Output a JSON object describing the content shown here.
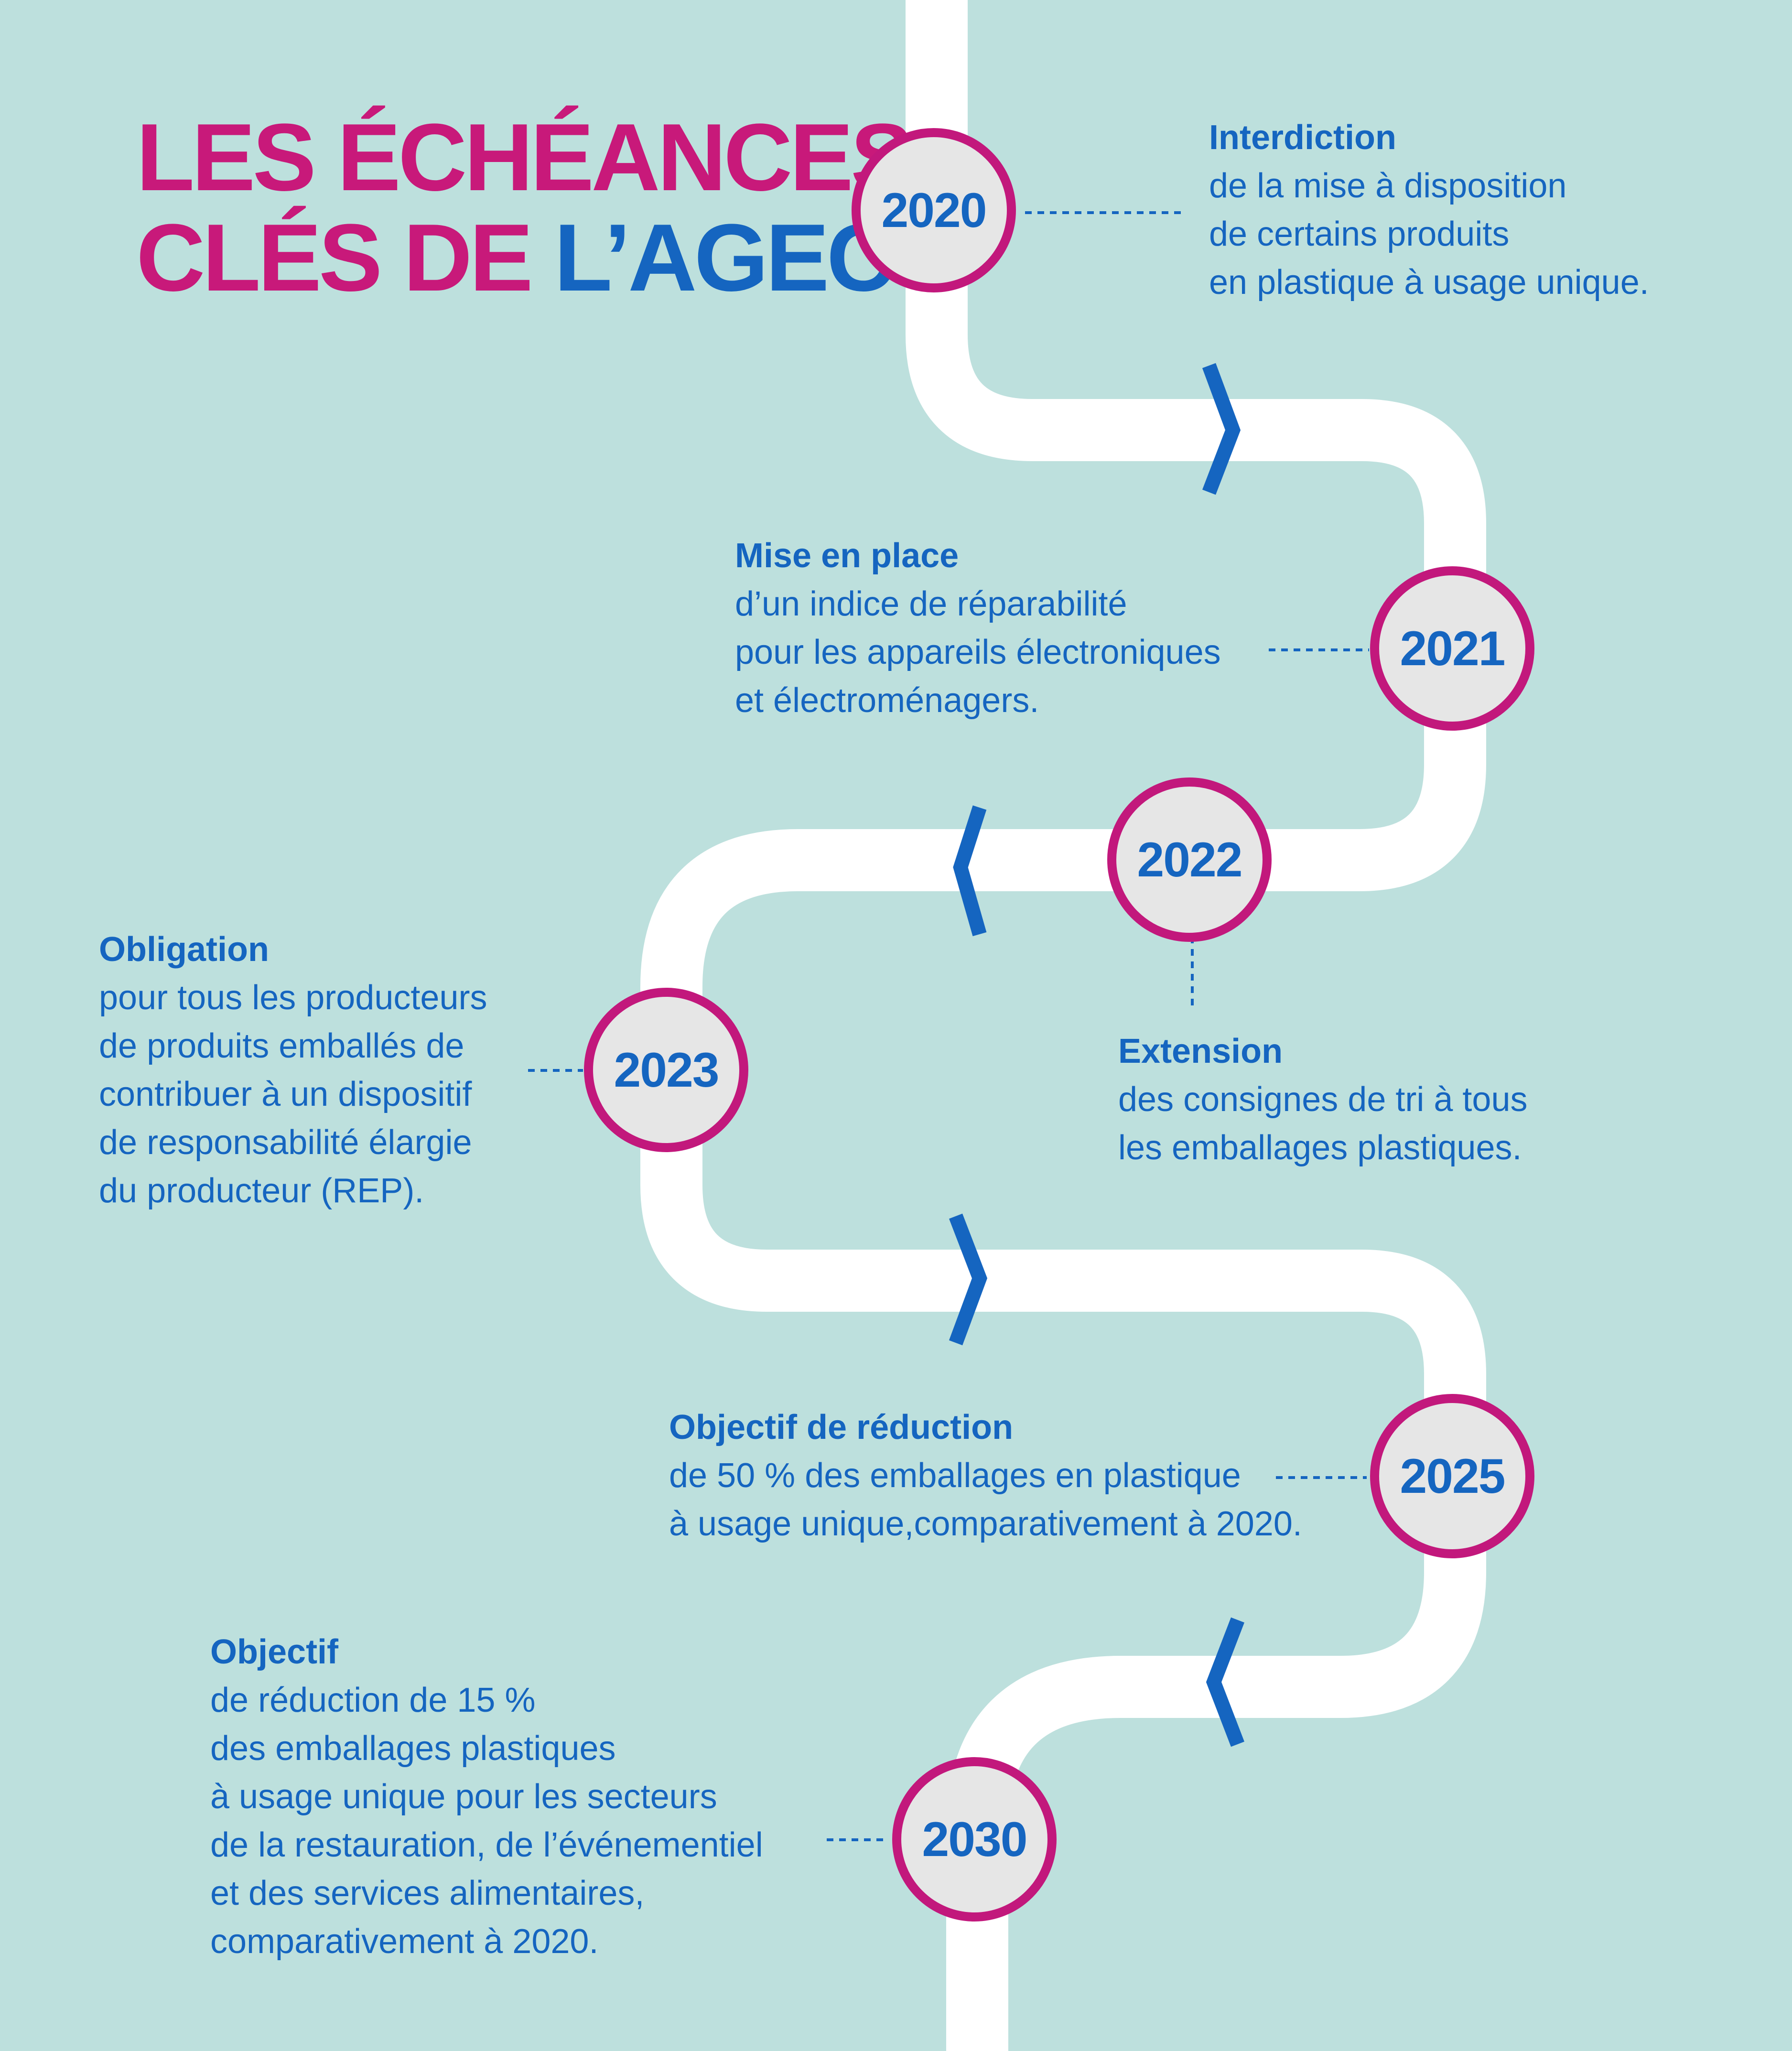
{
  "title": {
    "line1": "LES ÉCHÉANCES",
    "line2_prefix": "CLÉS DE ",
    "line2_accent": "L’AGEC"
  },
  "colors": {
    "background": "#bde0dd",
    "road": "#ffffff",
    "title_magenta": "#c8197a",
    "title_blue": "#1565c0",
    "circle_border": "#c2187c",
    "circle_fill": "#e6e6e6",
    "text_blue": "#1565c0",
    "chevron_blue": "#1565c0"
  },
  "milestones": [
    {
      "year": "2020",
      "heading": "Interdiction",
      "lines": [
        "de la mise à disposition",
        "de certains produits",
        "en plastique à usage unique."
      ]
    },
    {
      "year": "2021",
      "heading": "Mise en place",
      "lines": [
        "d’un indice de réparabilité",
        "pour les appareils électroniques",
        "et électroménagers."
      ]
    },
    {
      "year": "2022",
      "heading": "Extension",
      "lines": [
        "des consignes de tri à tous",
        "les emballages plastiques."
      ]
    },
    {
      "year": "2023",
      "heading": "Obligation",
      "lines": [
        "pour tous les producteurs",
        "de produits emballés de",
        "contribuer à un dispositif",
        "de responsabilité élargie",
        "du producteur (REP)."
      ]
    },
    {
      "year": "2025",
      "heading": "Objectif de réduction",
      "lines": [
        "de 50 % des emballages en plastique",
        "à usage unique,comparativement à 2020."
      ]
    },
    {
      "year": "2030",
      "heading": "Objectif",
      "lines": [
        "de réduction de 15 %",
        "des emballages plastiques",
        "à usage unique pour les secteurs",
        "de la restauration, de l’événementiel",
        "et des services alimentaires,",
        "comparativement à 2020."
      ]
    }
  ],
  "direction_markers": [
    {
      "icon": "chevron-right-icon"
    },
    {
      "icon": "chevron-left-icon"
    },
    {
      "icon": "chevron-right-icon"
    },
    {
      "icon": "chevron-left-icon"
    }
  ]
}
